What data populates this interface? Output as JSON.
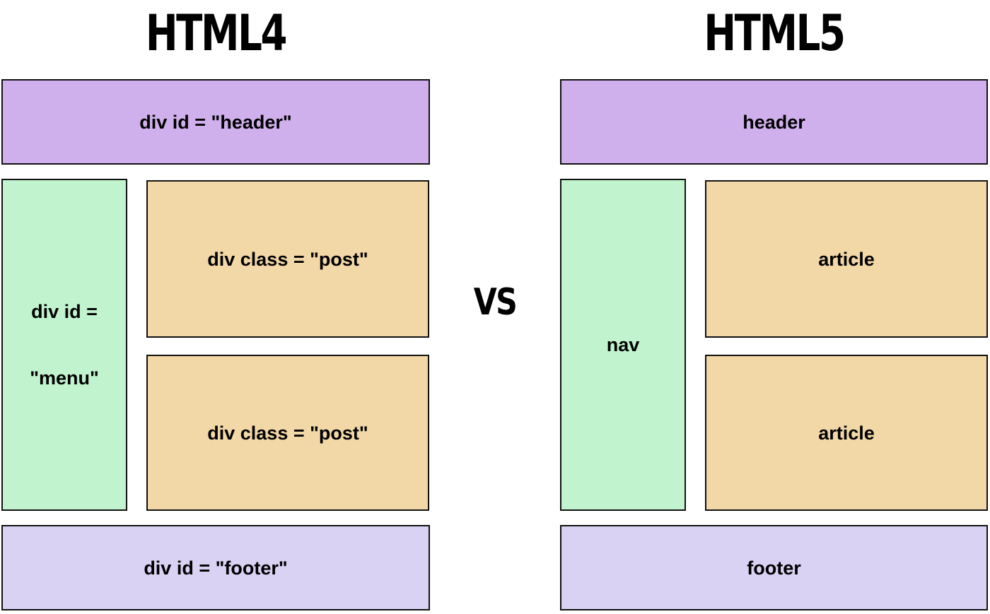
{
  "vs_label": "VS",
  "colors": {
    "header_fill": "#cfb0ec",
    "footer_fill": "#dad2f2",
    "nav_fill": "#c1f4ce",
    "content_fill": "#f3d8a7",
    "border": "#111111",
    "text": "#000000",
    "background": "#ffffff"
  },
  "panels": [
    {
      "title": "HTML4",
      "header_label": "div id = \"header\"",
      "menu_lines": [
        "div id =",
        "\"menu\""
      ],
      "post_labels": [
        "div class = \"post\"",
        "div class = \"post\""
      ],
      "footer_label": "div id = \"footer\""
    },
    {
      "title": "HTML5",
      "header_label": "header",
      "menu_lines": [
        "nav"
      ],
      "post_labels": [
        "article",
        "article"
      ],
      "footer_label": "footer"
    }
  ]
}
